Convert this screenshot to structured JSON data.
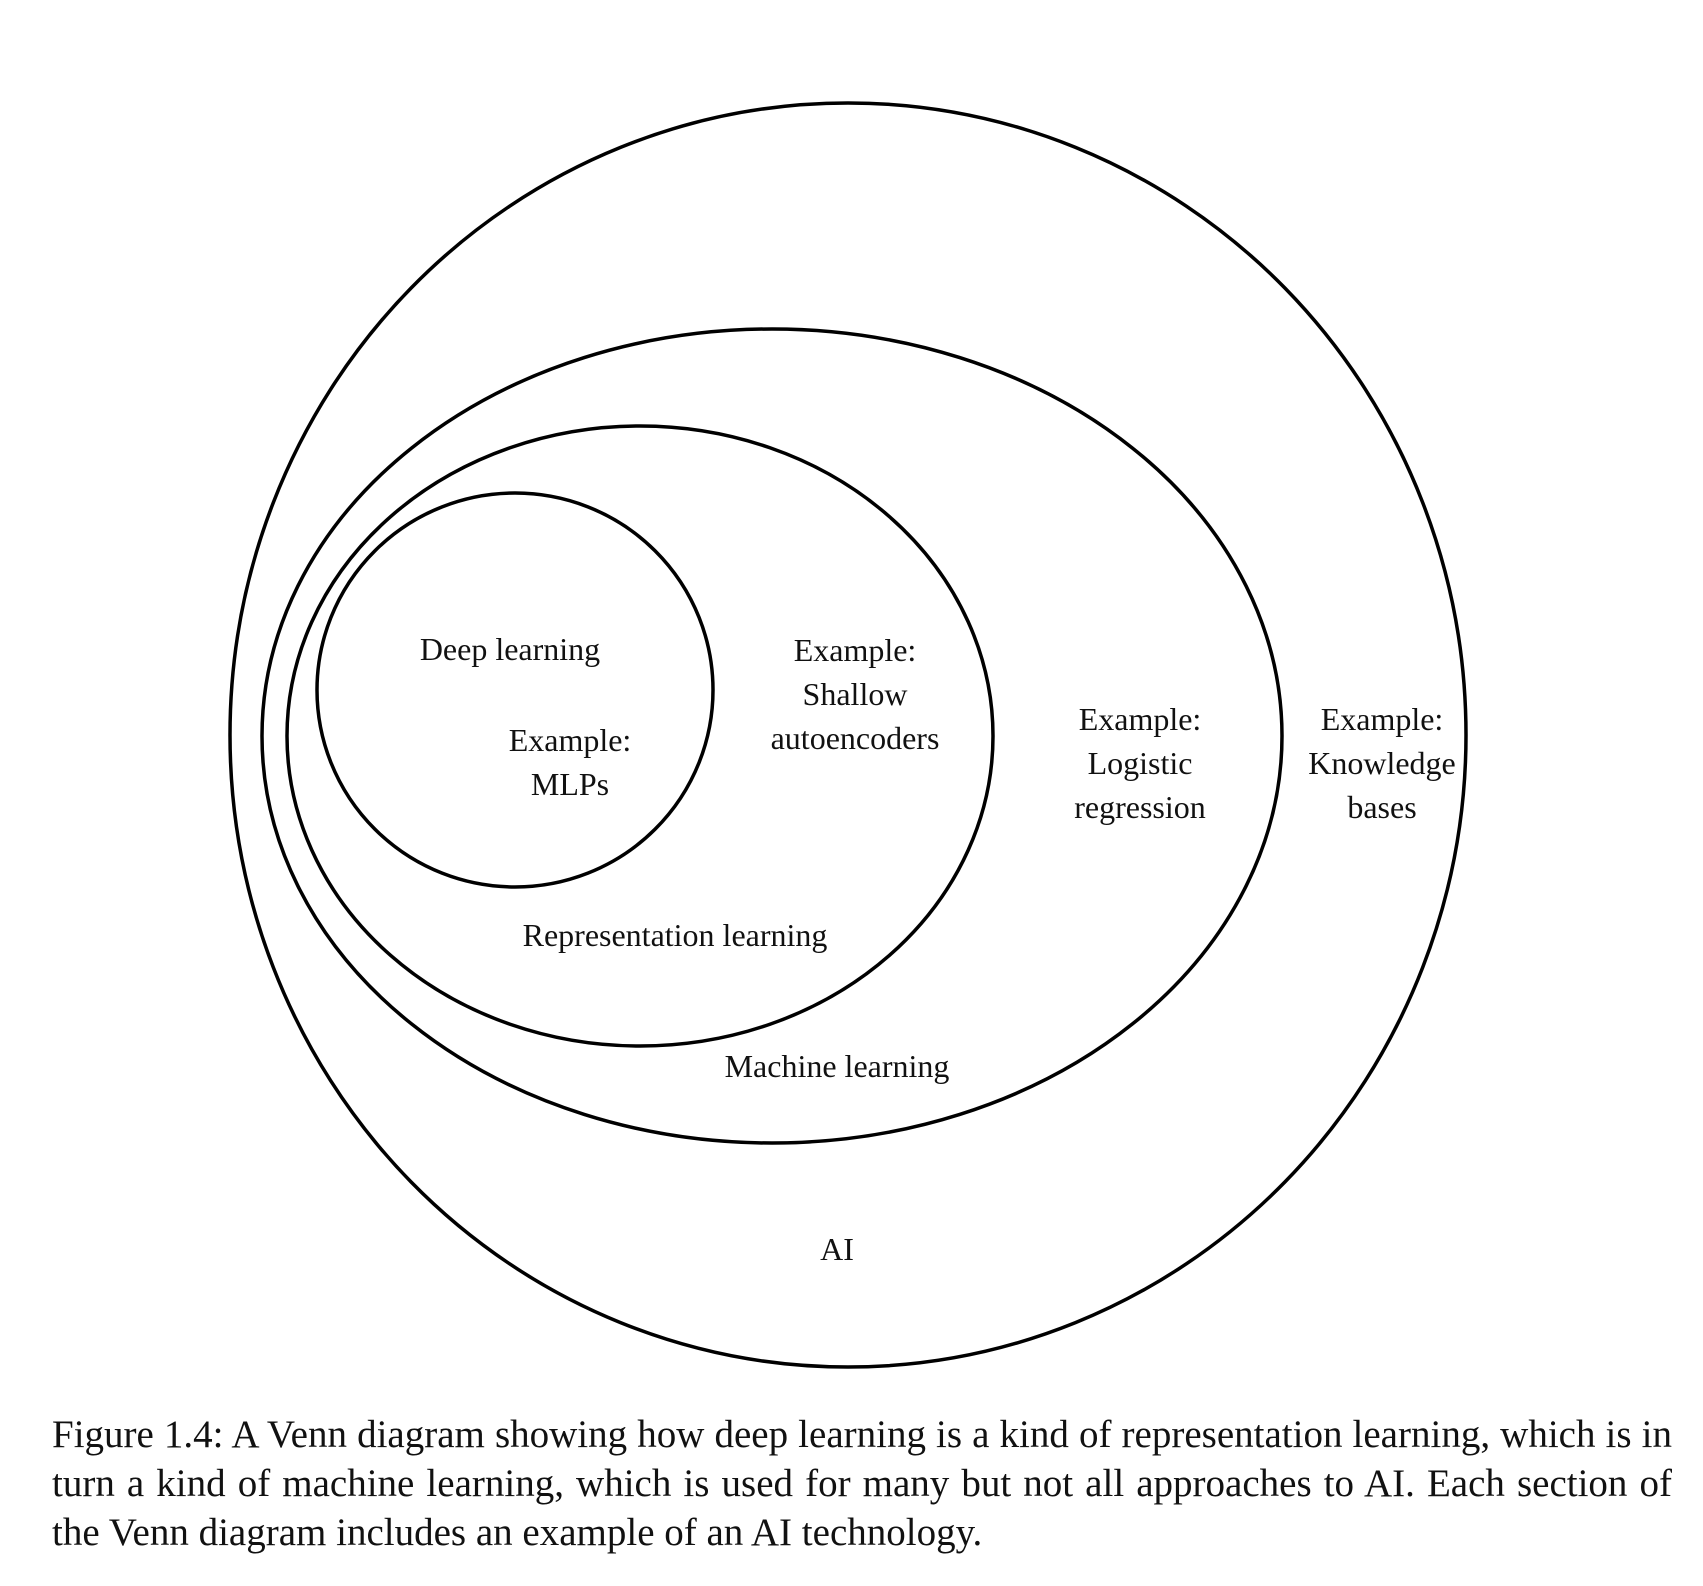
{
  "diagram": {
    "regions": [
      {
        "id": "ai",
        "label": "AI",
        "example_lines": [
          "Example:",
          "Knowledge",
          "bases"
        ]
      },
      {
        "id": "ml",
        "label": "Machine learning",
        "example_lines": [
          "Example:",
          "Logistic",
          "regression"
        ]
      },
      {
        "id": "rl",
        "label": "Representation learning",
        "example_lines": [
          "Example:",
          "Shallow",
          "autoencoders"
        ]
      },
      {
        "id": "dl",
        "label": "Deep learning",
        "example_lines": [
          "Example:",
          "MLPs"
        ]
      }
    ],
    "line_color": "#000000"
  },
  "caption": "Figure 1.4: A Venn diagram showing how deep learning is a kind of representation learning, which is in turn a kind of machine learning, which is used for many but not all approaches to AI. Each section of the Venn diagram includes an example of an AI technology."
}
